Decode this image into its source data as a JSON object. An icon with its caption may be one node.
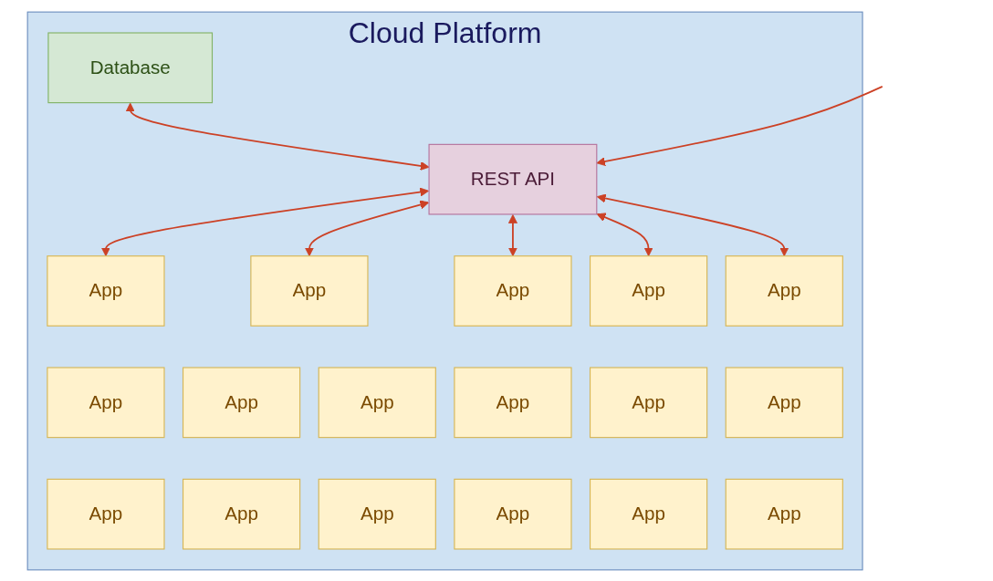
{
  "diagram": {
    "nodes": [
      {
        "text": [
          "Cloud Platform"
        ]
      },
      {
        "text": [
          "Database"
        ],
        "in": 0
      },
      {
        "text": [
          "REST API"
        ],
        "in": 0
      },
      {
        "text": [
          "App"
        ],
        "in": 0
      },
      {
        "text": [
          "App"
        ],
        "in": 0
      },
      {
        "text": [
          "App"
        ],
        "in": 0
      },
      {
        "text": [
          "App"
        ],
        "in": 0
      },
      {
        "text": [
          "App"
        ],
        "in": 0
      },
      {
        "text": [
          "App"
        ],
        "in": 0
      },
      {
        "text": [
          "App"
        ],
        "in": 0
      },
      {
        "text": [
          "App"
        ],
        "in": 0
      },
      {
        "text": [
          "App"
        ],
        "in": 0
      },
      {
        "text": [
          "App"
        ],
        "in": 0
      },
      {
        "text": [
          "App"
        ],
        "in": 0
      },
      {
        "text": [
          "App"
        ],
        "in": 0
      },
      {
        "text": [
          "App"
        ],
        "in": 0
      },
      {
        "text": [
          "App"
        ],
        "in": 0
      },
      {
        "text": [
          "App"
        ],
        "in": 0
      },
      {
        "text": [
          "App"
        ],
        "in": 0
      },
      {
        "text": [
          "App"
        ],
        "in": 0
      }
    ],
    "edges": [
      {
        "from": 1,
        "to": 2,
        "arrow": "both"
      },
      {
        "from": null,
        "to": 2,
        "arrow": "to"
      },
      {
        "from": 2,
        "to": 3,
        "arrow": "both"
      },
      {
        "from": 2,
        "to": 4,
        "arrow": "both"
      },
      {
        "from": 2,
        "to": 5,
        "arrow": "both"
      },
      {
        "from": 2,
        "to": 6,
        "arrow": "both"
      },
      {
        "from": 2,
        "to": 7,
        "arrow": "both"
      }
    ]
  }
}
